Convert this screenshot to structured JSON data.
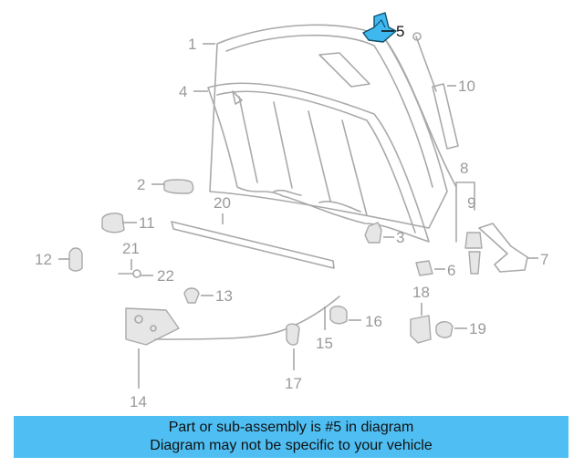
{
  "diagram": {
    "highlighted_part": "5",
    "highlight_color": "#3fb8f0",
    "callouts": [
      "1",
      "2",
      "3",
      "4",
      "5",
      "6",
      "7",
      "8",
      "9",
      "10",
      "11",
      "12",
      "13",
      "14",
      "15",
      "16",
      "17",
      "18",
      "19",
      "20",
      "21",
      "22"
    ]
  },
  "banner": {
    "line1": "Part or sub-assembly is #5 in diagram",
    "line2": "Diagram may not be specific to your vehicle",
    "background": "#4fbff3"
  }
}
